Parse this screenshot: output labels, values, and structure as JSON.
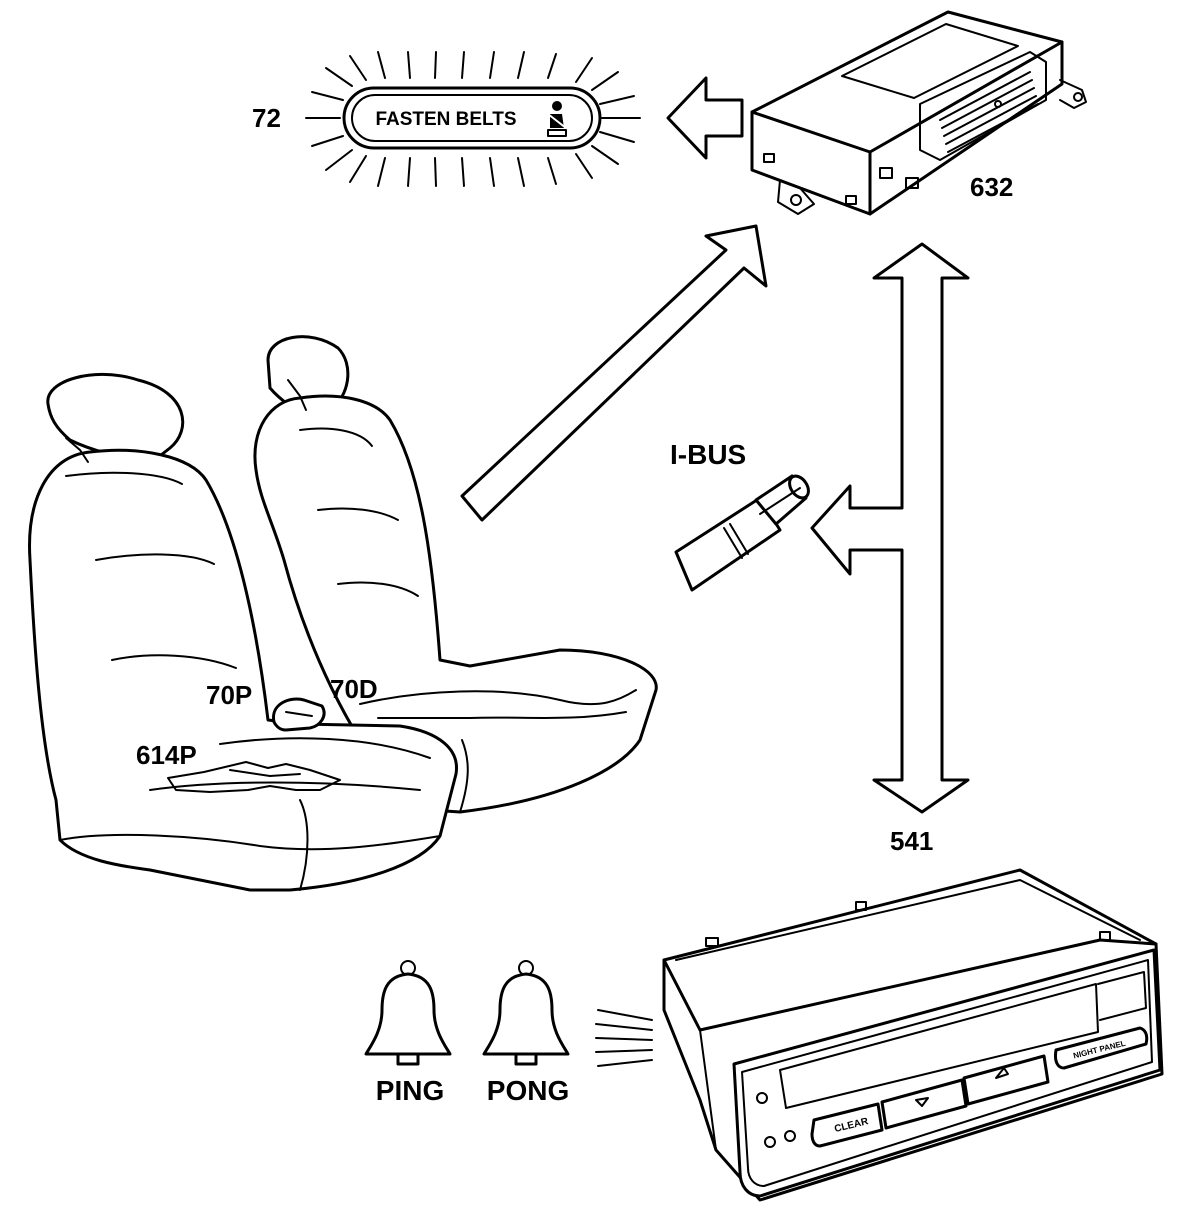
{
  "labels": {
    "fasten_belts": "FASTEN BELTS",
    "ref_72": "72",
    "ref_632": "632",
    "ibus": "I-BUS",
    "ref_70p": "70P",
    "ref_70d": "70D",
    "ref_614p": "614P",
    "ref_541": "541",
    "ping": "PING",
    "pong": "PONG"
  },
  "display_unit": {
    "clear_button": "CLEAR",
    "night_panel_button": "NIGHT PANEL"
  },
  "colors": {
    "line": "#000000",
    "background": "#ffffff"
  }
}
